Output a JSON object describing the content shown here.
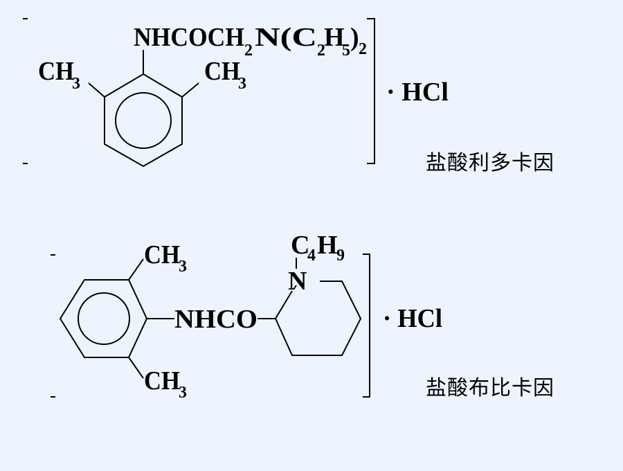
{
  "slide": {
    "structures": [
      {
        "name": "盐酸利多卡因",
        "top_group": "NHCOCH",
        "top_sub1": "2",
        "top_mid": "N(C",
        "top_sub2": "2",
        "top_sub3": "5",
        "top_close": ")",
        "top_sub4": "2",
        "left_substituent": "CH",
        "left_sub": "3",
        "right_substituent": "CH",
        "right_sub": "3",
        "salt": "· HCl"
      },
      {
        "name": "盐酸布比卡因",
        "top_substituent": "CH",
        "top_sub": "3",
        "bottom_substituent": "CH",
        "bottom_sub": "3",
        "linker": "NHCO",
        "ring_n": "N",
        "n_substituent": "C",
        "n_sub1": "4",
        "n_mid": "H",
        "n_sub2": "9",
        "salt": "· HCl"
      }
    ]
  }
}
